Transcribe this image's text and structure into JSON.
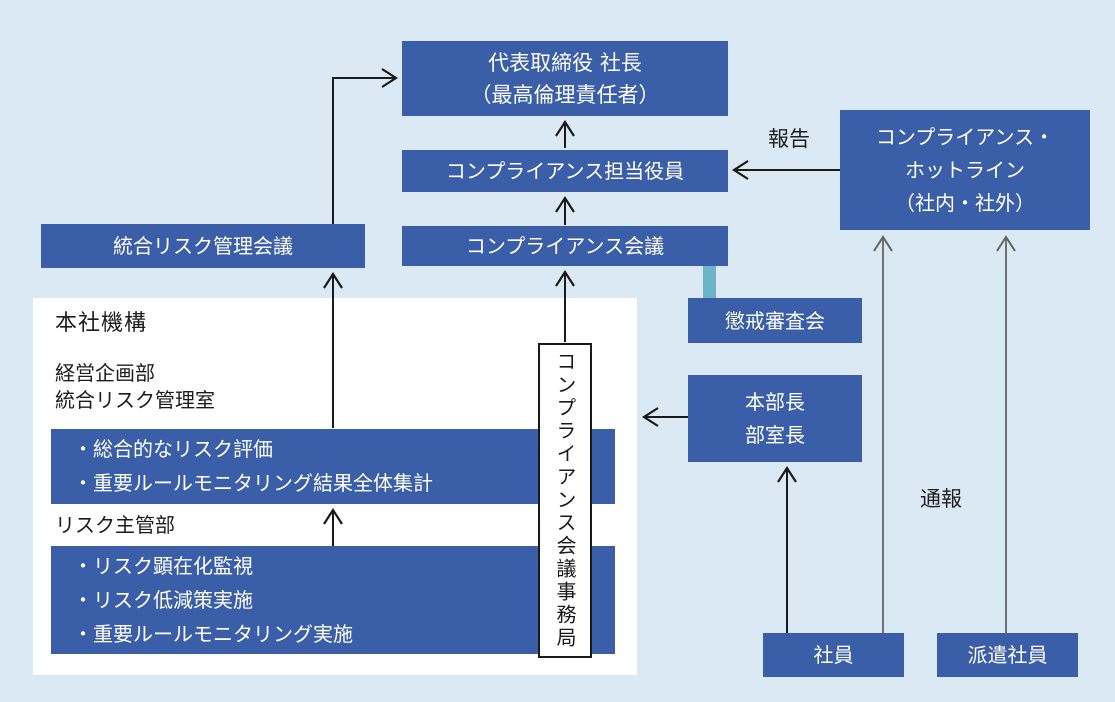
{
  "colors": {
    "background": "#dbe9f5",
    "node_blue": "#3b5ea8",
    "panel_white": "#ffffff",
    "teal_connector": "#6db4c7",
    "arrow_black": "#1a1a1a",
    "arrow_gray": "#646464",
    "node_text": "#ffffff",
    "label_text": "#1f1f1f"
  },
  "nodes": {
    "president": {
      "line1": "代表取締役 社長",
      "line2": "（最高倫理責任者）"
    },
    "compliance_officer": {
      "label": "コンプライアンス担当役員"
    },
    "compliance_meeting": {
      "label": "コンプライアンス会議"
    },
    "integrated_risk_meeting": {
      "label": "統合リスク管理会議"
    },
    "hotline": {
      "line1": "コンプライアンス・",
      "line2": "ホットライン",
      "line3": "（社内・社外）"
    },
    "disciplinary_committee": {
      "label": "懲戒審査会"
    },
    "division_heads": {
      "line1": "本部長",
      "line2": "部室長"
    },
    "secretariat": {
      "label": "コンプライアンス会議事務局"
    },
    "employee": {
      "label": "社員"
    },
    "temp_employee": {
      "label": "派遣社員"
    }
  },
  "panel": {
    "title": "本社機構",
    "dept1": {
      "line1": "経営企画部",
      "line2": "統合リスク管理室"
    },
    "dept1_tasks": [
      "・総合的なリスク評価",
      "・重要ルールモニタリング結果全体集計"
    ],
    "dept2_label": "リスク主管部",
    "dept2_tasks": [
      "・リスク顕在化監視",
      "・リスク低減策実施",
      "・重要ルールモニタリング実施"
    ]
  },
  "edge_labels": {
    "report": "報告",
    "whistleblow": "通報"
  }
}
